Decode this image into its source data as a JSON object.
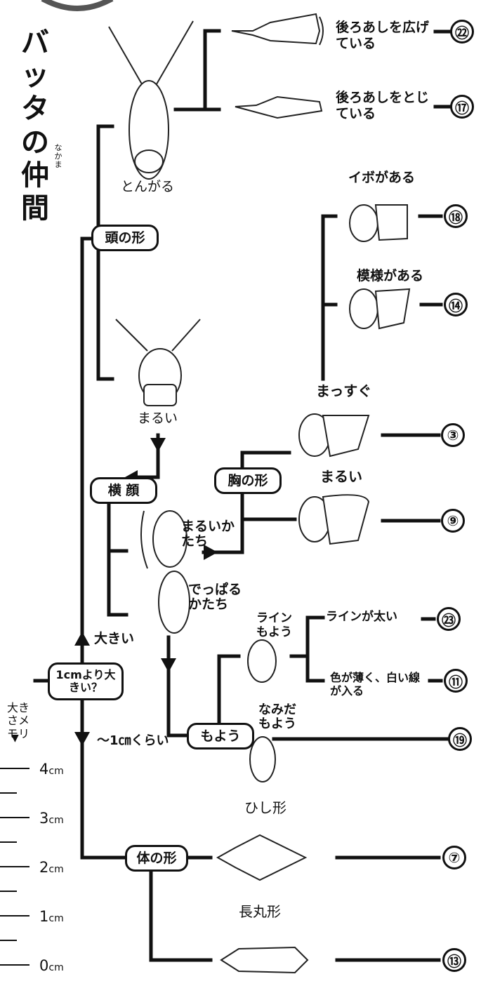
{
  "title": {
    "main": "バッタの仲間",
    "ruby": "なかま"
  },
  "decision_boxes": {
    "head": "頭の形",
    "side_face": "横 顔",
    "chest": "胸の形",
    "pattern": "もよう",
    "size": "1cmより大きい？",
    "body": "体の形"
  },
  "labels": {
    "pointed": "とんがる",
    "round_head": "まるい",
    "legs_spread": "後ろあしを広げている",
    "legs_closed": "後ろあしをとじている",
    "wart": "イボがある",
    "patterned": "模様がある",
    "straight": "まっすぐ",
    "round_chest": "まるい",
    "round_shape": "まるいかたち",
    "bulging_shape": "でっぱるかたち",
    "line_pattern": "ラインもよう",
    "thick_line": "ラインが太い",
    "pale_color": "色が薄く、白い線が入る",
    "wave_pattern": "なみだもよう",
    "bigger": "大きい",
    "about_1cm": "～1㎝くらい",
    "rhombus": "ひし形",
    "long_oval": "長丸形"
  },
  "results": [
    "㉒",
    "⑰",
    "⑱",
    "⑭",
    "③",
    "⑨",
    "㉓",
    "⑪",
    "⑲",
    "⑦",
    "⑬"
  ],
  "scale": {
    "title": "大きさメモリ",
    "marks": [
      {
        "value": "4",
        "unit": "cm"
      },
      {
        "value": "3",
        "unit": "cm"
      },
      {
        "value": "2",
        "unit": "cm"
      },
      {
        "value": "1",
        "unit": "cm"
      },
      {
        "value": "0",
        "unit": "cm"
      }
    ]
  },
  "colors": {
    "ink": "#111111",
    "paper": "#ffffff"
  }
}
